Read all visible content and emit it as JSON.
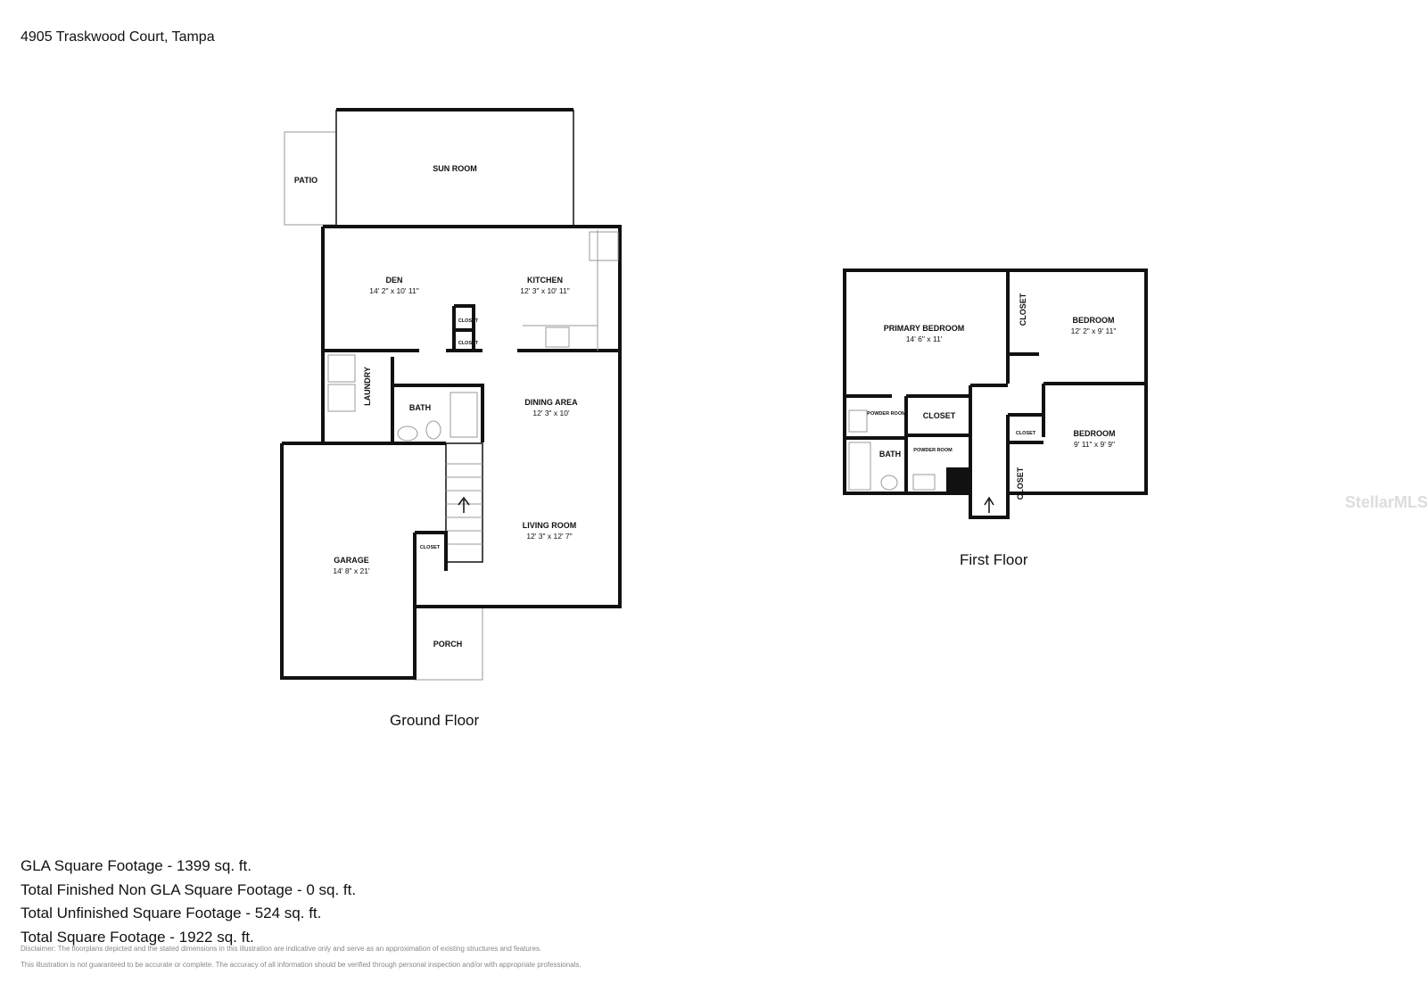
{
  "title": "4905 Traskwood Court, Tampa",
  "ground_floor": {
    "label": "Ground Floor",
    "rooms": {
      "sun_room": {
        "name": "SUN ROOM"
      },
      "patio": {
        "name": "PATIO"
      },
      "den": {
        "name": "DEN",
        "dims": "14' 2\" x 10' 11\""
      },
      "kitchen": {
        "name": "KITCHEN",
        "dims": "12' 3\" x 10' 11\""
      },
      "closet_1": {
        "name": "CLOSET"
      },
      "closet_2": {
        "name": "CLOSET"
      },
      "laundry": {
        "name": "LAUNDRY"
      },
      "bath": {
        "name": "BATH"
      },
      "dining": {
        "name": "DINING AREA",
        "dims": "12' 3\" x 10'"
      },
      "living": {
        "name": "LIVING ROOM",
        "dims": "12' 3\" x 12' 7\""
      },
      "garage": {
        "name": "GARAGE",
        "dims": "14' 8\" x 21'"
      },
      "closet_3": {
        "name": "CLOSET"
      },
      "porch": {
        "name": "PORCH"
      }
    }
  },
  "first_floor": {
    "label": "First Floor",
    "rooms": {
      "primary": {
        "name": "PRIMARY BEDROOM",
        "dims": "14' 6\" x 11'"
      },
      "closet_a": {
        "name": "CLOSET"
      },
      "bedroom_1": {
        "name": "BEDROOM",
        "dims": "12' 2\" x 9' 11\""
      },
      "powder_1": {
        "name": "POWDER ROOM"
      },
      "closet_b": {
        "name": "CLOSET"
      },
      "bath": {
        "name": "BATH"
      },
      "powder_2": {
        "name": "POWDER ROOM"
      },
      "closet_c": {
        "name": "CLOSET"
      },
      "closet_d": {
        "name": "CLOSET"
      },
      "bedroom_2": {
        "name": "BEDROOM",
        "dims": "9' 11\" x 9' 9\""
      }
    }
  },
  "stats": [
    "GLA Square Footage - 1399 sq. ft.",
    "Total Finished Non GLA Square Footage - 0 sq. ft.",
    "Total Unfinished Square Footage - 524 sq. ft.",
    "Total Square Footage - 1922 sq. ft."
  ],
  "disclaimer": [
    "Disclaimer: The floorplans depicted and the stated dimensions in this illustration are indicative only and serve as an approximation of existing structures and features.",
    "This illustration is not guaranteed to be accurate or complete. The accuracy of all information should be verified through personal inspection and/or with appropriate professionals."
  ],
  "watermark": "StellarMLS"
}
